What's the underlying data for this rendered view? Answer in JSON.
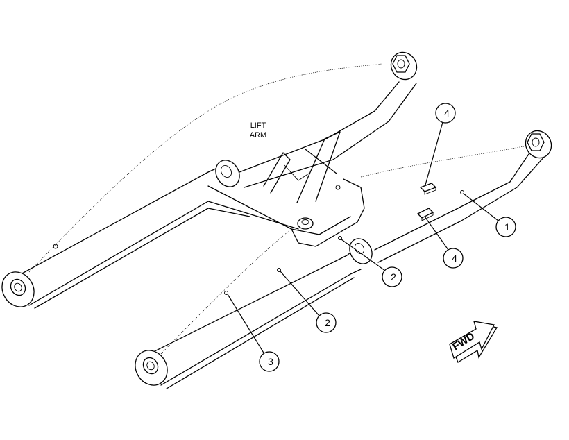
{
  "label": {
    "line1": "LIFT",
    "line2": "ARM"
  },
  "callouts": [
    {
      "id": "callout-1",
      "number": "1"
    },
    {
      "id": "callout-2a",
      "number": "2"
    },
    {
      "id": "callout-2b",
      "number": "2"
    },
    {
      "id": "callout-3",
      "number": "3"
    },
    {
      "id": "callout-4a",
      "number": "4"
    },
    {
      "id": "callout-4b",
      "number": "4"
    }
  ],
  "direction_arrow": {
    "text": "FWD"
  },
  "colors": {
    "ink": "#000000",
    "paper": "#ffffff"
  }
}
